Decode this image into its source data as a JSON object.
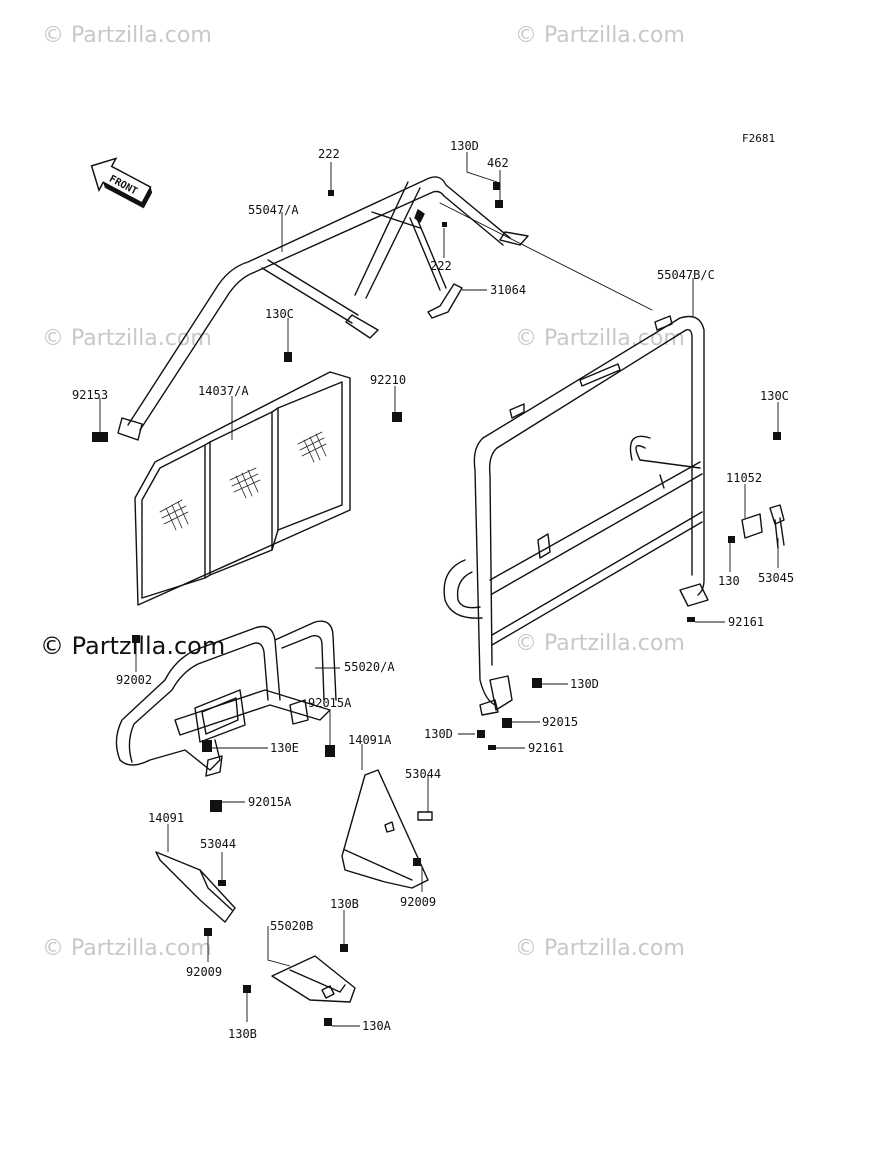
{
  "diagram": {
    "figure_code": "F2681",
    "front_label": "FRONT",
    "watermark_text": "© Partzilla.com",
    "watermark_main_text": "© Partzilla.com",
    "callouts": [
      {
        "id": "c01",
        "label": "222"
      },
      {
        "id": "c02",
        "label": "130D"
      },
      {
        "id": "c03",
        "label": "462"
      },
      {
        "id": "c04",
        "label": "55047/A"
      },
      {
        "id": "c05",
        "label": "222"
      },
      {
        "id": "c06",
        "label": "31064"
      },
      {
        "id": "c07",
        "label": "55047B/C"
      },
      {
        "id": "c08",
        "label": "130C"
      },
      {
        "id": "c09",
        "label": "92210"
      },
      {
        "id": "c10",
        "label": "92153"
      },
      {
        "id": "c11",
        "label": "14037/A"
      },
      {
        "id": "c12",
        "label": "130C"
      },
      {
        "id": "c13",
        "label": "11052"
      },
      {
        "id": "c14",
        "label": "130"
      },
      {
        "id": "c15",
        "label": "53045"
      },
      {
        "id": "c16",
        "label": "92161"
      },
      {
        "id": "c17",
        "label": "92002"
      },
      {
        "id": "c18",
        "label": "55020/A"
      },
      {
        "id": "c19",
        "label": "130D"
      },
      {
        "id": "c20",
        "label": "92015A"
      },
      {
        "id": "c21",
        "label": "92015"
      },
      {
        "id": "c22",
        "label": "130D"
      },
      {
        "id": "c23",
        "label": "92161"
      },
      {
        "id": "c24",
        "label": "14091A"
      },
      {
        "id": "c25",
        "label": "130E"
      },
      {
        "id": "c26",
        "label": "92015A"
      },
      {
        "id": "c27",
        "label": "53044"
      },
      {
        "id": "c28",
        "label": "14091"
      },
      {
        "id": "c29",
        "label": "53044"
      },
      {
        "id": "c30",
        "label": "92009"
      },
      {
        "id": "c31",
        "label": "130B"
      },
      {
        "id": "c32",
        "label": "55020B"
      },
      {
        "id": "c33",
        "label": "92009"
      },
      {
        "id": "c34",
        "label": "130B"
      },
      {
        "id": "c35",
        "label": "130A"
      }
    ],
    "colors": {
      "line": "#111111",
      "watermark": "#c8c8c8",
      "mesh": "#222222"
    }
  }
}
